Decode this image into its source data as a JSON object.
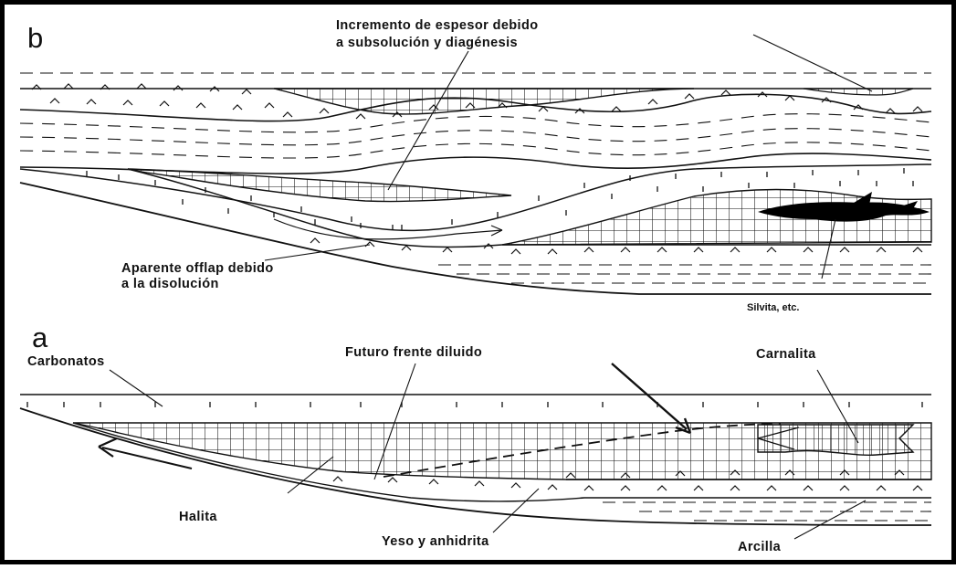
{
  "panel_b": {
    "letter": "b",
    "label_thickness_line1": "Incremento de espesor debido",
    "label_thickness_line2": "a subsolución y diagénesis",
    "label_offlap_line1": "Aparente offlap debido",
    "label_offlap_line2": "a la disolución",
    "label_silvita": "Silvita, etc."
  },
  "panel_a": {
    "letter": "a",
    "label_carbonatos": "Carbonatos",
    "label_futuro": "Futuro frente diluido",
    "label_carnalita": "Carnalita",
    "label_halita": "Halita",
    "label_yeso": "Yeso y anhidrita",
    "label_arcilla": "Arcilla"
  },
  "colors": {
    "ink": "#111111",
    "frame": "#000000",
    "background": "#ffffff"
  }
}
